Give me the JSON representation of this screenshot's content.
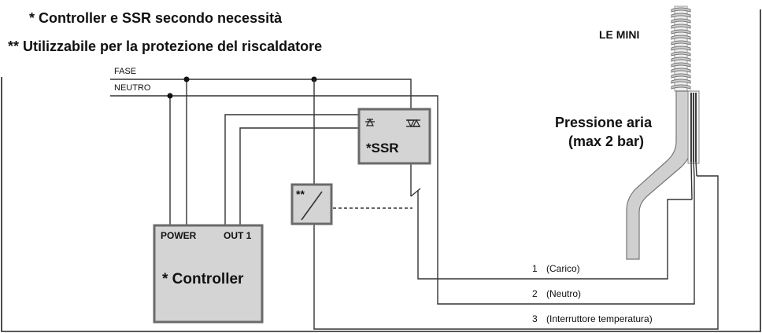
{
  "notes": {
    "note1": "* Controller e SSR secondo necessità",
    "note2": "** Utilizzabile per la protezione del riscaldatore"
  },
  "lines": {
    "fase": "FASE",
    "neutro": "NEUTRO"
  },
  "controller": {
    "label": "* Controller",
    "power": "POWER",
    "out": "OUT 1"
  },
  "ssr": {
    "label": "*SSR"
  },
  "protection": {
    "label": "**"
  },
  "heater": {
    "brand": "LE MINI",
    "pressure_line1": "Pressione aria",
    "pressure_line2": "(max 2 bar)"
  },
  "wires": [
    {
      "number": "1",
      "label": "(Carico)"
    },
    {
      "number": "2",
      "label": "(Neutro)"
    },
    {
      "number": "3",
      "label": "(Interruttore temperatura)"
    }
  ]
}
